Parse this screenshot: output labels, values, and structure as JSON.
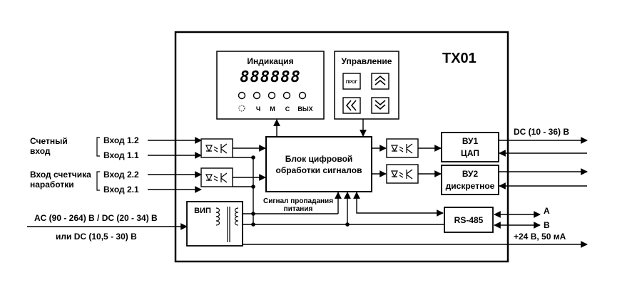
{
  "device": {
    "title": "ТХ01"
  },
  "indication": {
    "title": "Индикация",
    "display": "888888",
    "led_labels": [
      "Ч",
      "М",
      "С",
      "ВЫХ"
    ]
  },
  "control": {
    "title": "Управление",
    "prog_label": "ПРОГ"
  },
  "processor": {
    "line1": "Блок цифровой",
    "line2": "обработки сигналов"
  },
  "inputs": {
    "counter_label_1": "Счетный",
    "counter_label_2": "вход",
    "hours_label_1": "Вход счетчика",
    "hours_label_2": "наработки",
    "in12": "Вход 1.2",
    "in11": "Вход 1.1",
    "in22": "Вход 2.2",
    "in21": "Вход 2.1"
  },
  "outputs": {
    "vu1_line1": "ВУ1",
    "vu1_line2": "ЦАП",
    "vu2_line1": "ВУ2",
    "vu2_line2": "дискретное",
    "dc_out": "DC (10 - 36) В"
  },
  "power": {
    "vip": "ВИП",
    "supply_1": "AC (90 - 264) В / DC (20 - 34) В",
    "supply_2": "или DC (10,5 - 30) В",
    "signal_1": "Сигнал пропадания",
    "signal_2": "питания",
    "out_24": "+24 В, 50 мА"
  },
  "interface": {
    "rs485": "RS-485",
    "a": "A",
    "b": "B"
  }
}
